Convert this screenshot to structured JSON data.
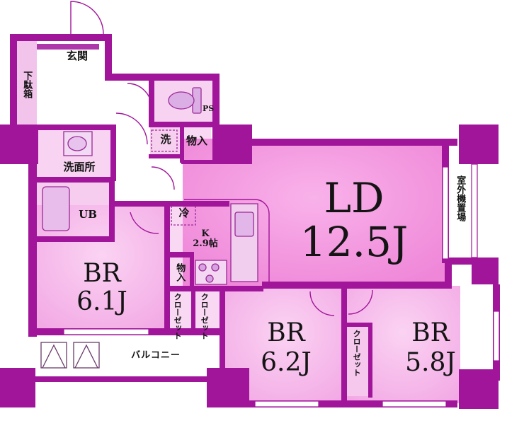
{
  "colors": {
    "wall": "#a0159a",
    "room": "#f6c6ef",
    "room_light": "#f9d8f4",
    "ld": "#f39ae0",
    "balcony": "#ffffff",
    "fixture": "#d9a4e6"
  },
  "rooms": {
    "entrance": "玄関",
    "shoe_box": "下駄箱",
    "ps": "PS",
    "toilet_storage": "物入",
    "laundry": "洗",
    "washroom": "洗面所",
    "bath": "UB",
    "fridge": "冷",
    "kitchen": "K\n2.9帖",
    "kitchen_storage": "物入",
    "closet_a": "クローゼット",
    "closet_b": "クローゼット",
    "closet_c": "クローゼット",
    "outdoor_unit": "室外機置場",
    "balcony": "バルコニー",
    "ld_name": "LD",
    "ld_size": "12.5J",
    "br1_name": "BR",
    "br1_size": "6.1J",
    "br2_name": "BR",
    "br2_size": "6.2J",
    "br3_name": "BR",
    "br3_size": "5.8J"
  }
}
